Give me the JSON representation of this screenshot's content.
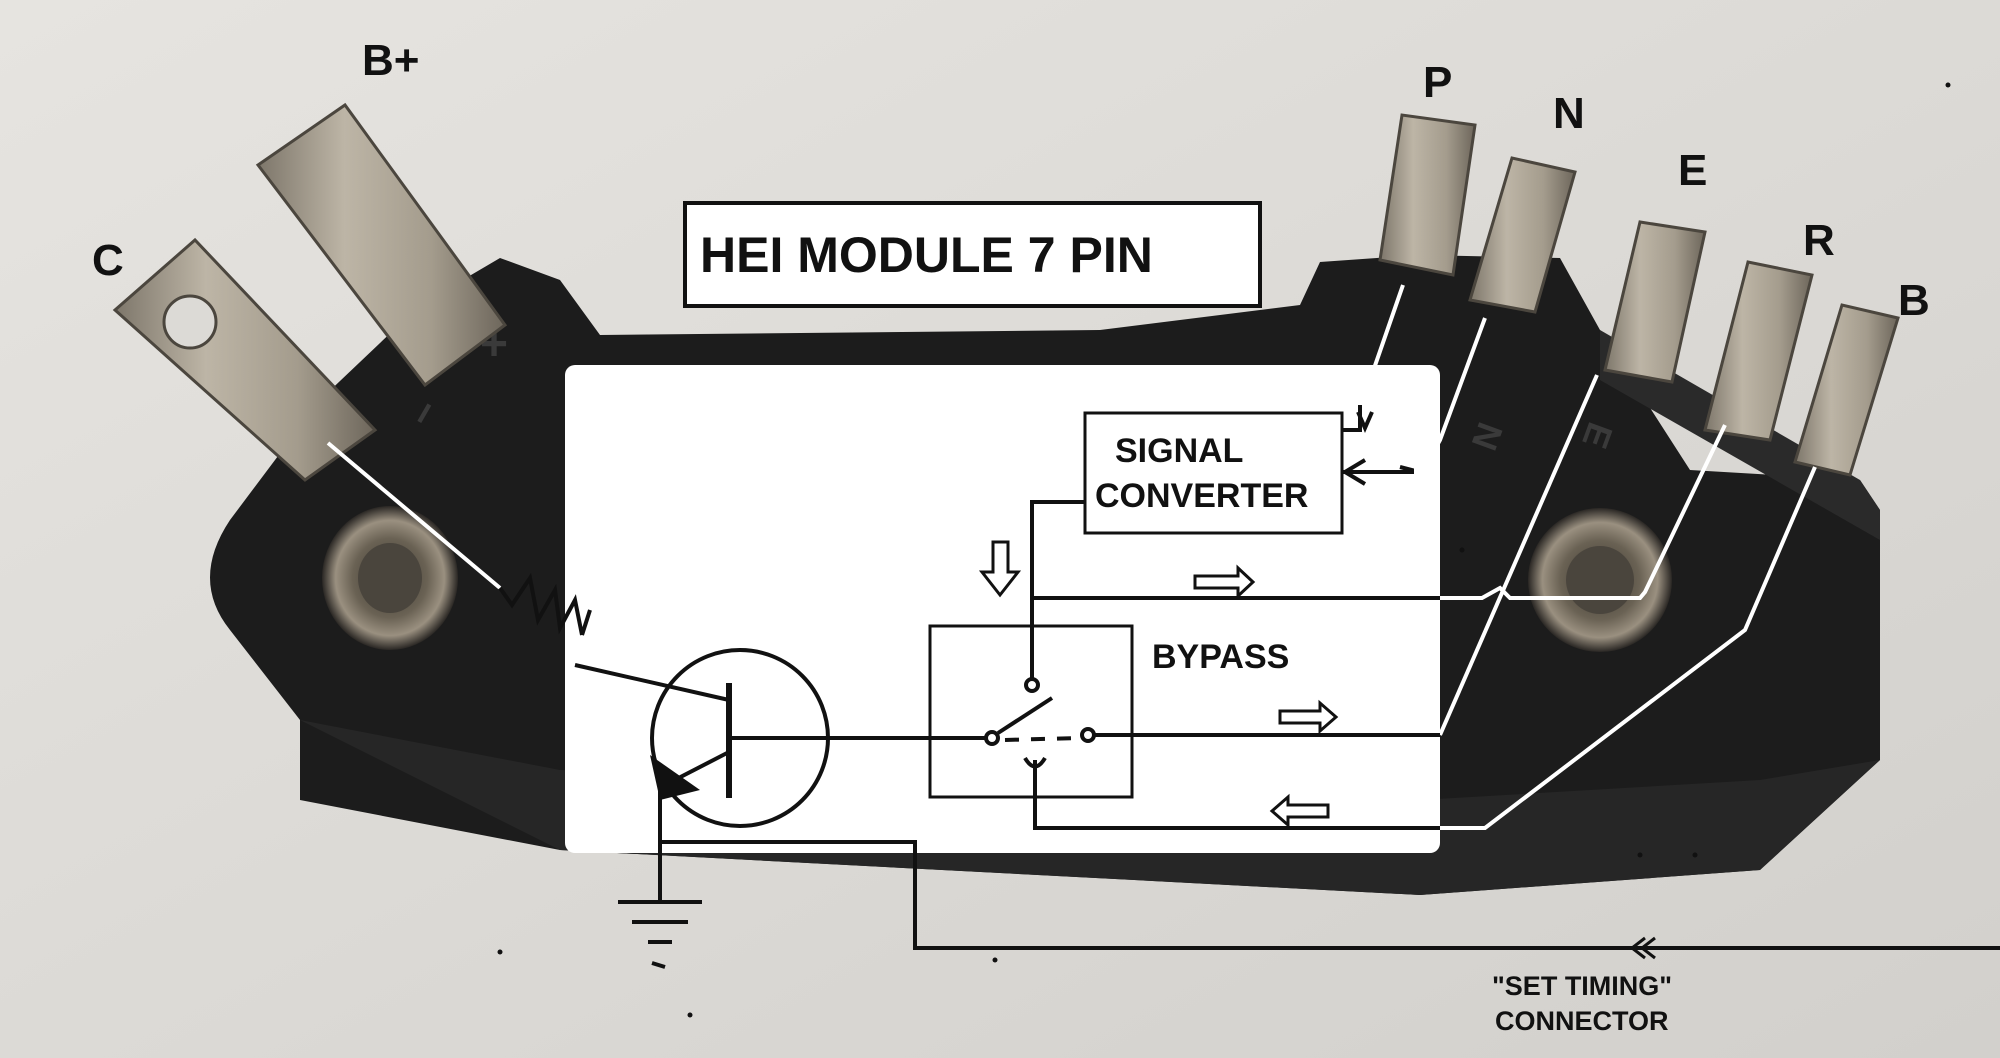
{
  "title": "HEI MODULE 7 PIN",
  "pins": {
    "c": "C",
    "b_plus": "B+",
    "p": "P",
    "n": "N",
    "e": "E",
    "r": "R",
    "b": "B"
  },
  "blocks": {
    "signal_converter_line1": "SIGNAL",
    "signal_converter_line2": "CONVERTER",
    "bypass": "BYPASS"
  },
  "connector_label_line1": "\"SET TIMING\"",
  "connector_label_line2": "CONNECTOR",
  "molded_marks": {
    "plus": "+",
    "minus": "−",
    "n": "N",
    "e": "E"
  }
}
